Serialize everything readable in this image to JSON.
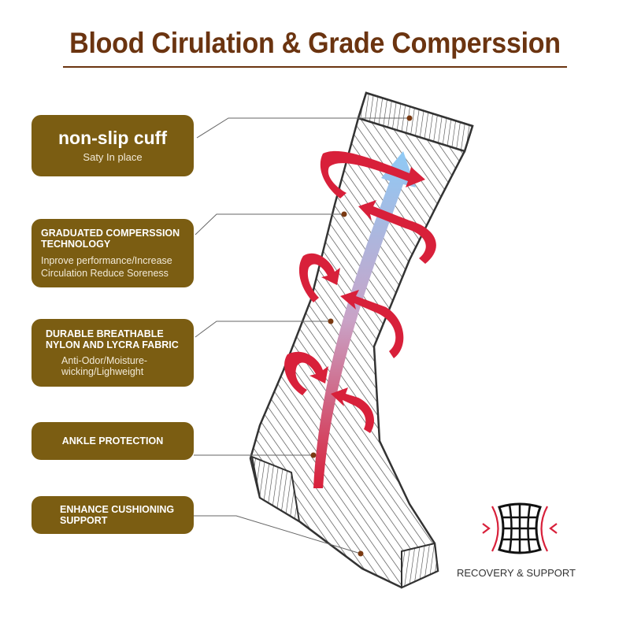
{
  "title": "Blood Cirulation & Grade Comperssion",
  "features": [
    {
      "heading": "non-slip cuff",
      "sub": "Saty In place"
    },
    {
      "heading": "GRADUATED COMPERSSION TECHNOLOGY",
      "sub": "Inprove performance/Increase Circulation Reduce Soreness"
    },
    {
      "heading": "DURABLE BREATHABLE NYLON AND LYCRA FABRIC",
      "sub": "Anti-Odor/Moisture-wicking/Lighweight"
    },
    {
      "heading": "ANKLE PROTECTION"
    },
    {
      "heading": "ENHANCE CUSHIONING SUPPORT"
    }
  ],
  "badge": {
    "label": "RECOVERY & SUPPORT",
    "icon": "compression-grid-icon"
  },
  "colors": {
    "title": "#6b3410",
    "box": "#7b5d12",
    "arrow_red": "#d8203a",
    "arrow_blue": "#9fd0f5"
  }
}
